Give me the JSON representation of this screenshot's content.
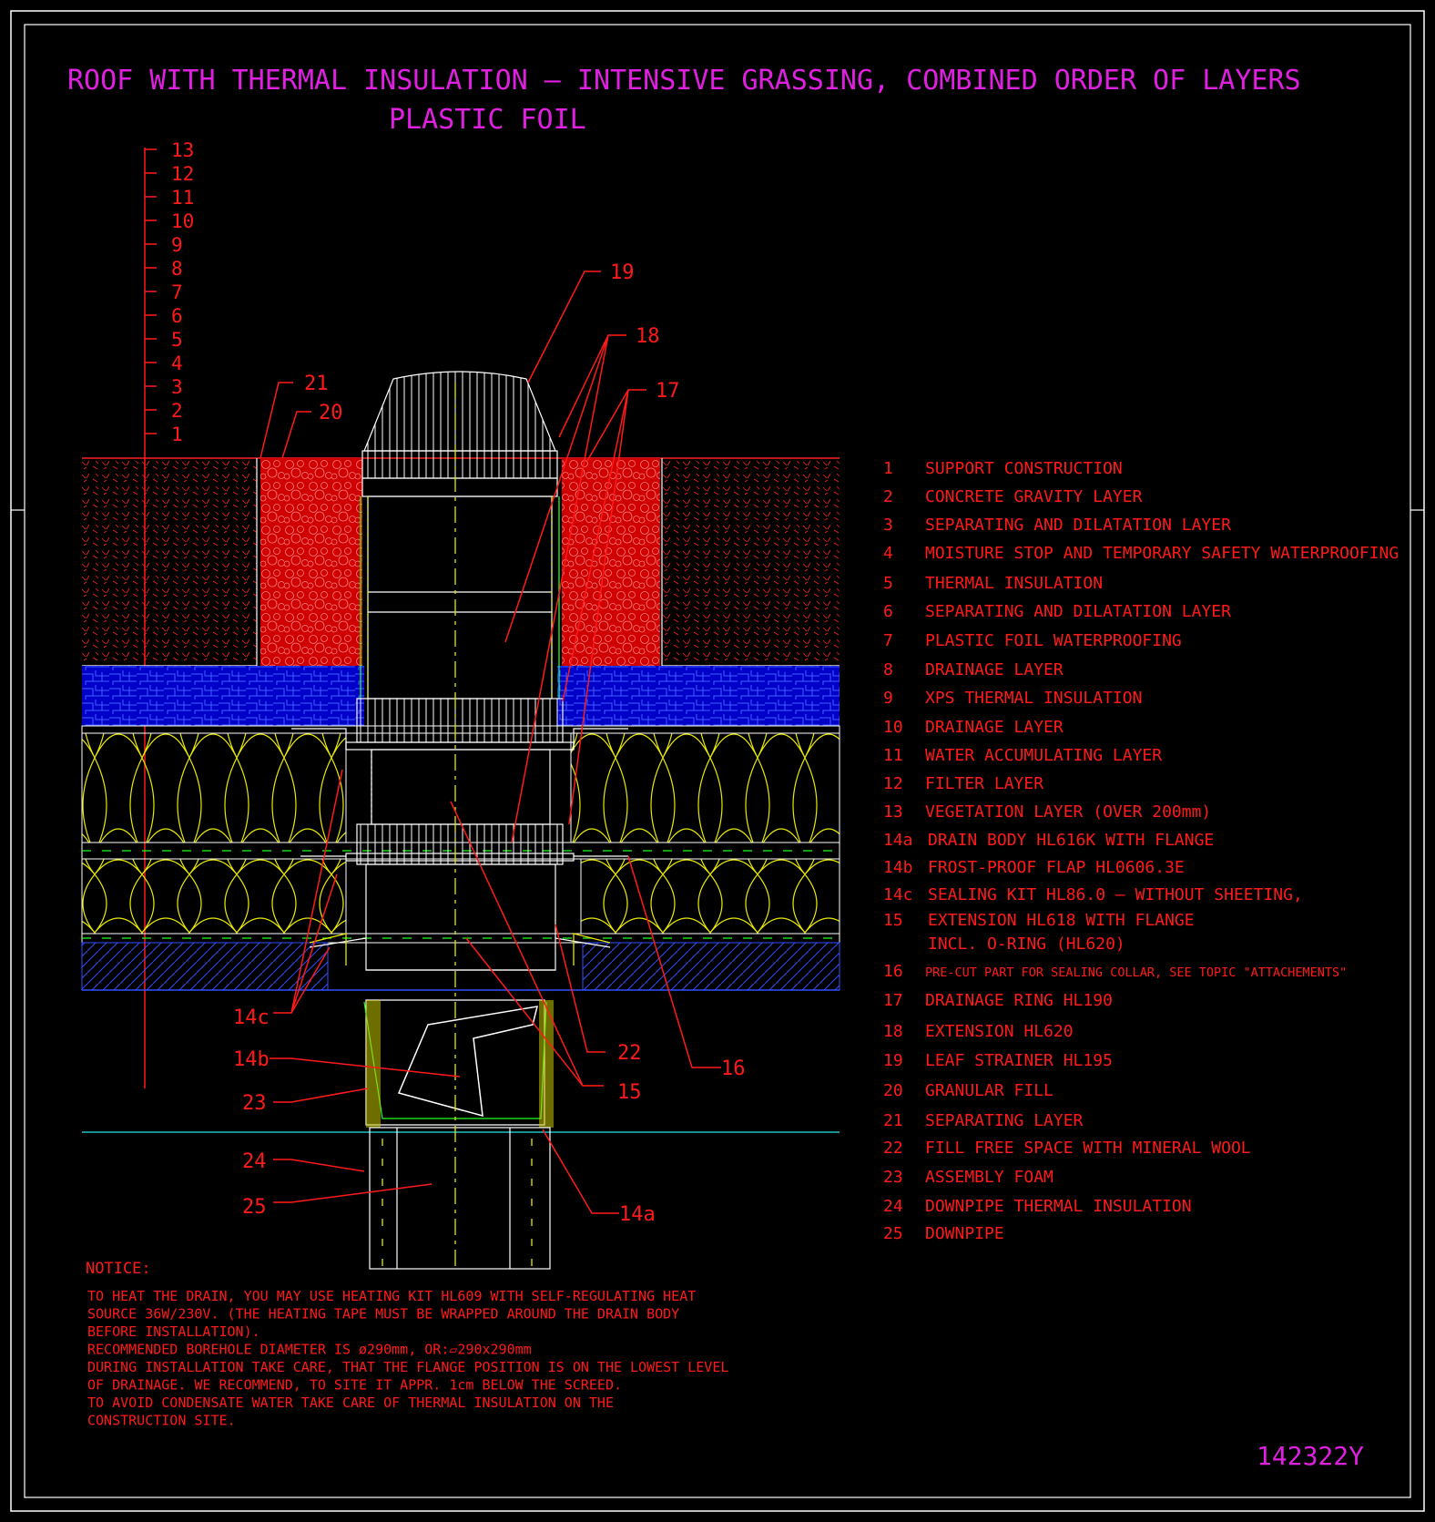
{
  "title": {
    "line1": "ROOF WITH THERMAL INSULATION – INTENSIVE GRASSING, COMBINED ORDER OF LAYERS",
    "line2": "PLASTIC FOIL"
  },
  "scale_numbers": [
    "13",
    "12",
    "11",
    "10",
    "9",
    "8",
    "7",
    "6",
    "5",
    "4",
    "3",
    "2",
    "1"
  ],
  "callouts": {
    "c19": "19",
    "c18": "18",
    "c17": "17",
    "c21": "21",
    "c20": "20",
    "c22": "22",
    "c15": "15",
    "c16": "16",
    "c14c": "14c",
    "c14b": "14b",
    "c23": "23",
    "c24": "24",
    "c25": "25",
    "c14a": "14a"
  },
  "legend": [
    {
      "num": "1",
      "text": "SUPPORT CONSTRUCTION"
    },
    {
      "num": "2",
      "text": "CONCRETE GRAVITY LAYER"
    },
    {
      "num": "3",
      "text": "SEPARATING AND DILATATION LAYER"
    },
    {
      "num": "4",
      "text": "MOISTURE STOP AND TEMPORARY SAFETY WATERPROOFING"
    },
    {
      "num": "5",
      "text": "THERMAL INSULATION"
    },
    {
      "num": "6",
      "text": "SEPARATING AND DILATATION LAYER"
    },
    {
      "num": "7",
      "text": "PLASTIC FOIL WATERPROOFING"
    },
    {
      "num": "8",
      "text": "DRAINAGE LAYER"
    },
    {
      "num": "9",
      "text": "XPS THERMAL INSULATION"
    },
    {
      "num": "10",
      "text": "DRAINAGE LAYER"
    },
    {
      "num": "11",
      "text": "WATER ACCUMULATING LAYER"
    },
    {
      "num": "12",
      "text": "FILTER LAYER"
    },
    {
      "num": "13",
      "text": "VEGETATION LAYER (OVER 200mm)"
    },
    {
      "num": "14a",
      "text": "DRAIN BODY HL616K WITH FLANGE"
    },
    {
      "num": "14b",
      "text": "FROST-PROOF FLAP HL0606.3E"
    },
    {
      "num": "14c",
      "text": "SEALING KIT HL86.0 – WITHOUT SHEETING,"
    },
    {
      "num": "15",
      "text": "EXTENSION HL618 WITH FLANGE"
    },
    {
      "num": "",
      "text": "INCL. O-RING (HL620)"
    },
    {
      "num": "16",
      "text": "PRE-CUT PART FOR SEALING COLLAR, SEE TOPIC \"ATTACHEMENTS\""
    },
    {
      "num": "17",
      "text": "DRAINAGE RING HL190"
    },
    {
      "num": "18",
      "text": "EXTENSION HL620"
    },
    {
      "num": "19",
      "text": "LEAF STRAINER HL195"
    },
    {
      "num": "20",
      "text": "GRANULAR FILL"
    },
    {
      "num": "21",
      "text": "SEPARATING LAYER"
    },
    {
      "num": "22",
      "text": "FILL FREE SPACE WITH MINERAL WOOL"
    },
    {
      "num": "23",
      "text": "ASSEMBLY FOAM"
    },
    {
      "num": "24",
      "text": "DOWNPIPE THERMAL INSULATION"
    },
    {
      "num": "25",
      "text": "DOWNPIPE"
    }
  ],
  "notice": {
    "heading": "NOTICE:",
    "lines": [
      "TO HEAT THE DRAIN, YOU MAY USE HEATING KIT HL609 WITH SELF-REGULATING HEAT",
      "SOURCE 36W/230V. (THE HEATING TAPE MUST BE WRAPPED AROUND THE DRAIN BODY",
      "BEFORE INSTALLATION).",
      "RECOMMENDED BOREHOLE DIAMETER IS ø290mm, OR:▱290x290mm",
      "DURING INSTALLATION TAKE CARE, THAT THE FLANGE POSITION IS ON THE LOWEST LEVEL",
      "OF DRAINAGE. WE RECOMMEND, TO SITE IT APPR. 1cm BELOW THE SCREED.",
      "TO AVOID CONDENSATE WATER TAKE CARE OF THERMAL INSULATION ON THE",
      "CONSTRUCTION SITE."
    ]
  },
  "drawing_code": "142322Y",
  "colors": {
    "background": "#000000",
    "title": "#e020e0",
    "annotation": "#ff1a1a",
    "soil_fill": "#ff0000",
    "drainage_blue": "#1a1aff",
    "insulation_yellow": "#e8e800",
    "membrane_green": "#22ff22",
    "linework": "#ffffff"
  }
}
